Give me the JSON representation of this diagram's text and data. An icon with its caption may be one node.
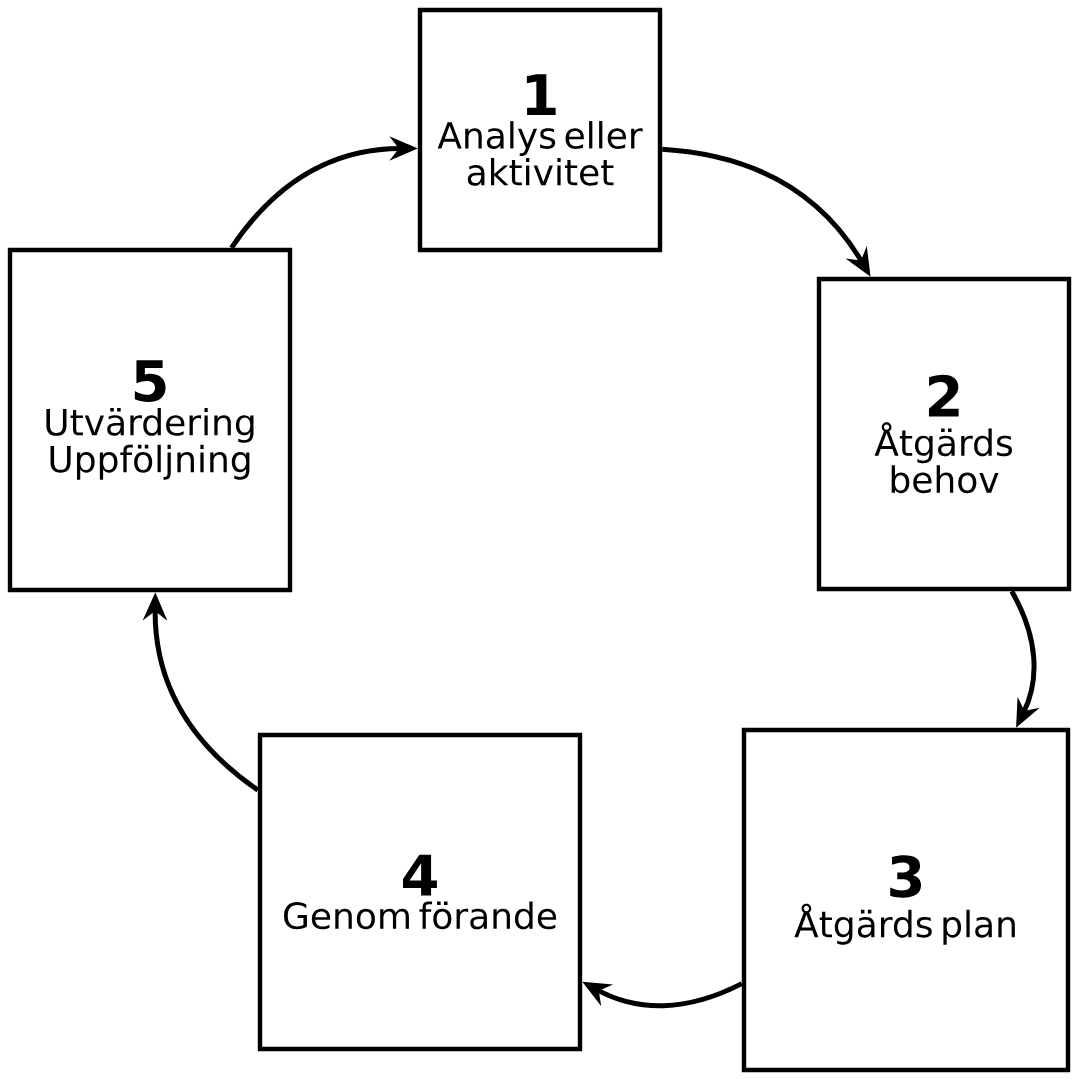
{
  "diagram": {
    "nodes": [
      {
        "text": [
          "1",
          "Analys eller aktivitet"
        ]
      },
      {
        "text": [
          "2",
          "Åtgärds behov"
        ]
      },
      {
        "text": [
          "3",
          "Åtgärds plan"
        ]
      },
      {
        "text": [
          "4",
          "Genom förande"
        ]
      },
      {
        "text": [
          "5",
          "Utvärdering Uppföljning"
        ]
      }
    ],
    "edges": [
      {
        "from": 0,
        "to": 1,
        "arrow": "to"
      },
      {
        "from": 1,
        "to": 2,
        "arrow": "to"
      },
      {
        "from": 2,
        "to": 3,
        "arrow": "to"
      },
      {
        "from": 3,
        "to": 4,
        "arrow": "to"
      },
      {
        "from": 4,
        "to": 0,
        "arrow": "to"
      }
    ]
  }
}
